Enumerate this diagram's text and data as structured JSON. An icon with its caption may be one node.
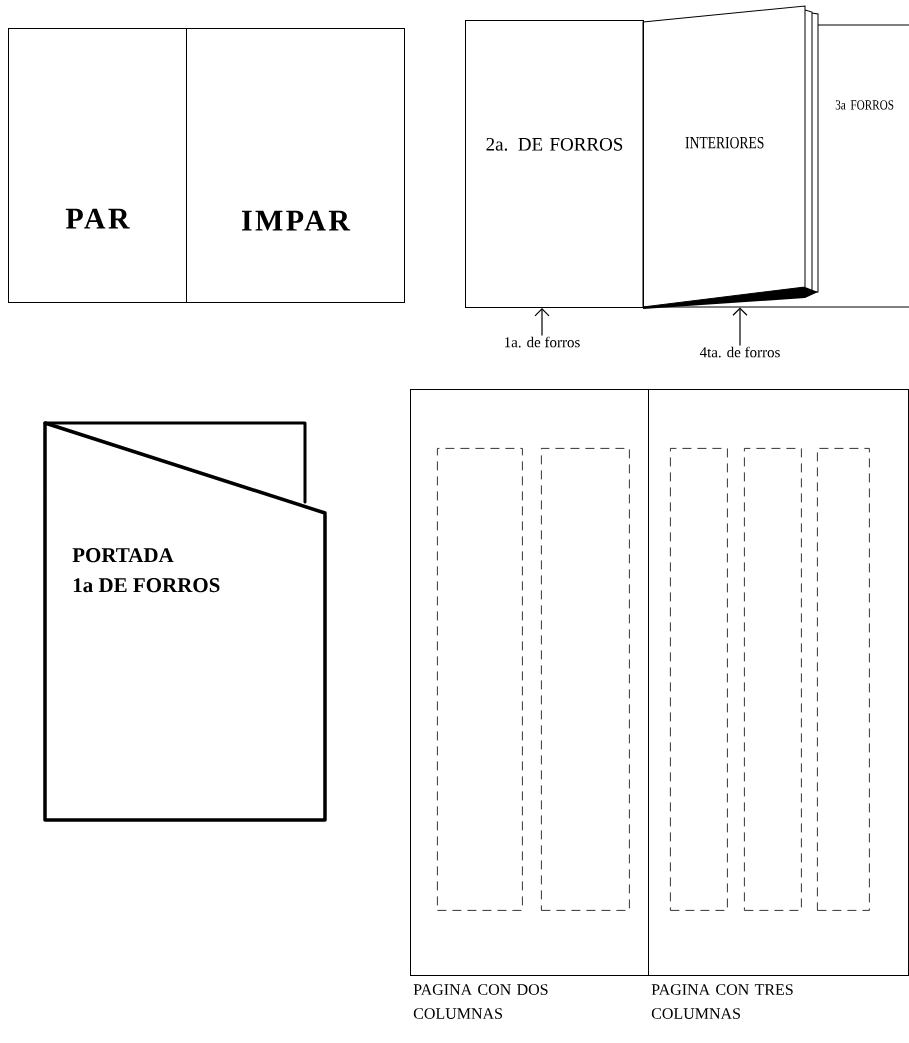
{
  "diagram": {
    "nodes": [
      {
        "text": [
          "PAR"
        ]
      },
      {
        "text": [
          "IMPAR"
        ]
      },
      {
        "text": [
          "2a. DE FORROS"
        ]
      },
      {
        "text": [
          "INTERIORES"
        ]
      },
      {
        "text": [
          "3a FORROS"
        ]
      },
      {
        "text": [
          "1a. de forros"
        ]
      },
      {
        "text": [
          "4ta. de forros"
        ]
      },
      {
        "text": [
          "PORTADA",
          "1a DE FORROS"
        ]
      },
      {
        "text": [
          "PAGINA CON DOS COLUMNAS"
        ]
      },
      {
        "text": [
          "PAGINA CON TRES COLUMNAS"
        ]
      },
      {
        "text": [],
        "shape": "box",
        "in": 8
      },
      {
        "text": [],
        "shape": "box",
        "in": 8
      },
      {
        "text": [],
        "shape": "box",
        "in": 9
      },
      {
        "text": [],
        "shape": "box",
        "in": 9
      },
      {
        "text": [],
        "shape": "box",
        "in": 9
      }
    ],
    "edges": [
      {
        "from": 5,
        "to": 2,
        "arrow": "to"
      },
      {
        "from": 6,
        "to": 3,
        "arrow": "to"
      }
    ]
  }
}
